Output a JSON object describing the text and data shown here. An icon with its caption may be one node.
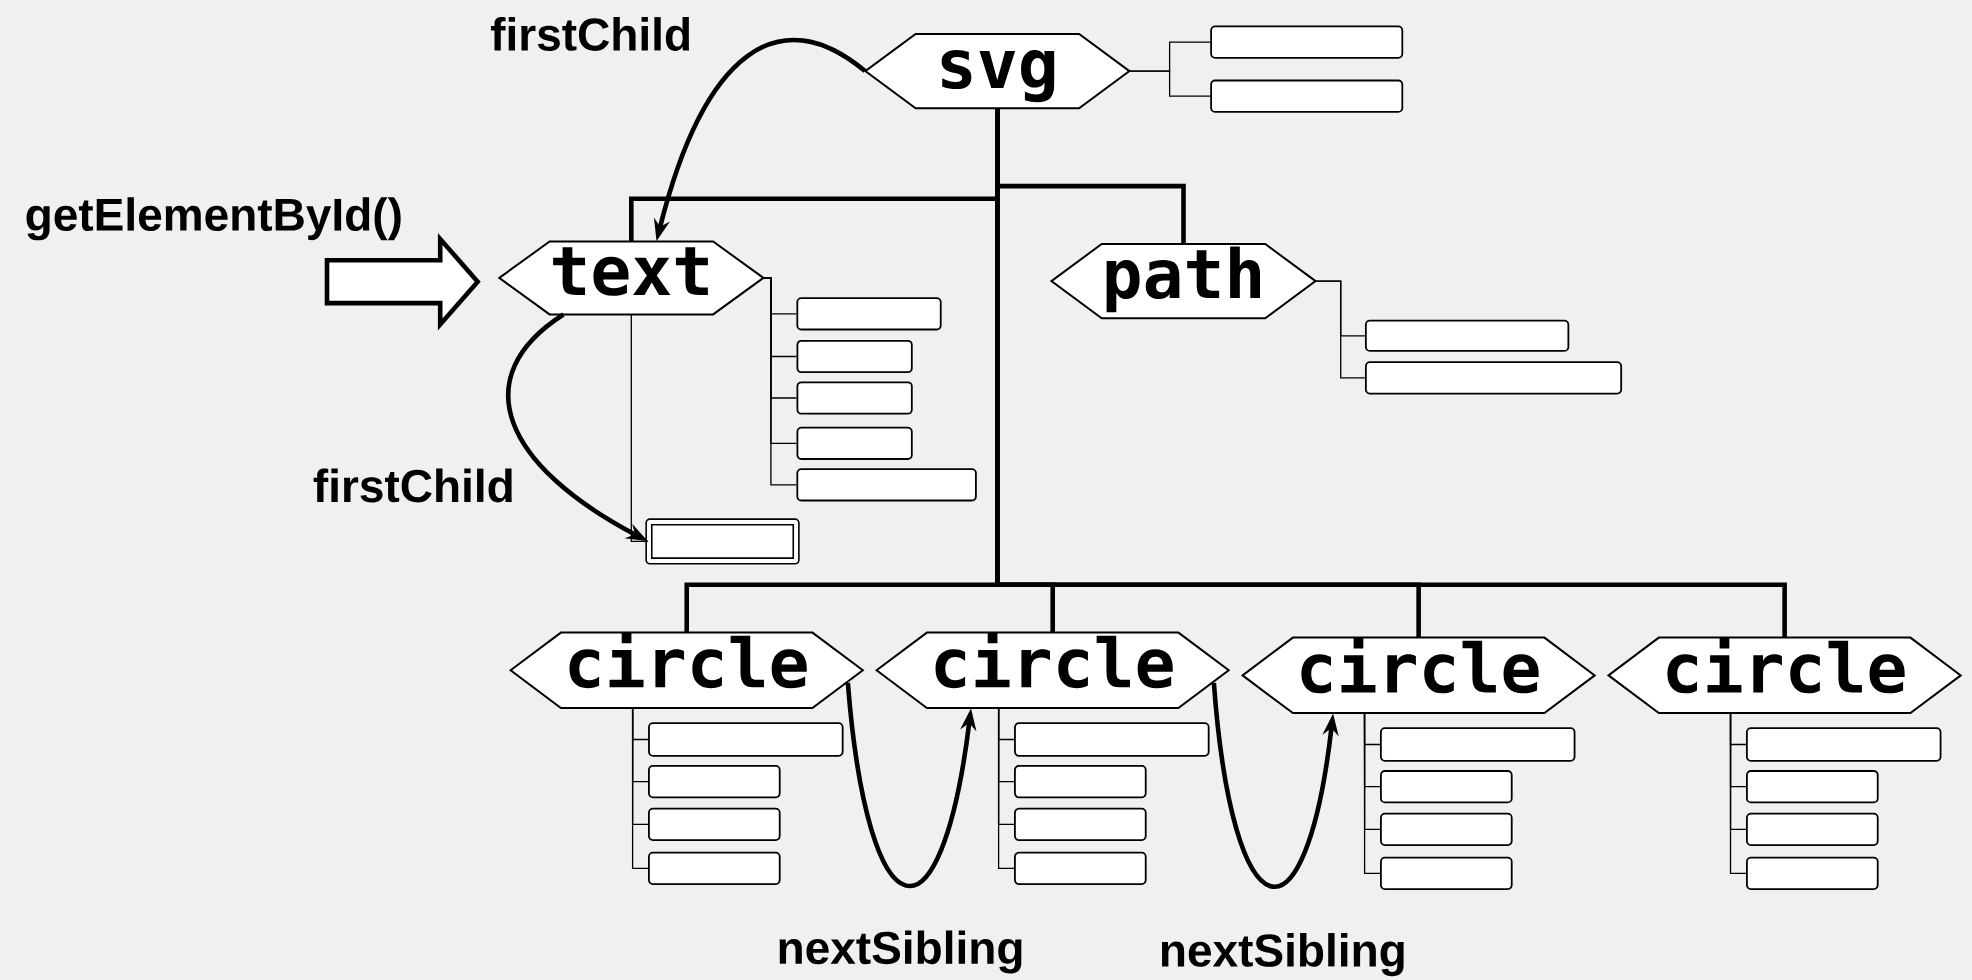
{
  "diagram": {
    "nodes": [
      {
        "text": [
          "svg"
        ]
      },
      {
        "text": [],
        "shape": "box"
      },
      {
        "text": [],
        "shape": "box"
      },
      {
        "text": [
          "text"
        ]
      },
      {
        "text": [],
        "shape": "box"
      },
      {
        "text": [],
        "shape": "box"
      },
      {
        "text": [],
        "shape": "box"
      },
      {
        "text": [],
        "shape": "box"
      },
      {
        "text": [],
        "shape": "box"
      },
      {
        "text": [],
        "shape": "box"
      },
      {
        "text": [
          "path"
        ]
      },
      {
        "text": [],
        "shape": "box"
      },
      {
        "text": [],
        "shape": "box"
      },
      {
        "text": [
          "circle"
        ]
      },
      {
        "text": [],
        "shape": "box"
      },
      {
        "text": [],
        "shape": "box"
      },
      {
        "text": [],
        "shape": "box"
      },
      {
        "text": [],
        "shape": "box"
      },
      {
        "text": [
          "circle"
        ]
      },
      {
        "text": [],
        "shape": "box"
      },
      {
        "text": [],
        "shape": "box"
      },
      {
        "text": [],
        "shape": "box"
      },
      {
        "text": [],
        "shape": "box"
      },
      {
        "text": [
          "circle"
        ]
      },
      {
        "text": [],
        "shape": "box"
      },
      {
        "text": [],
        "shape": "box"
      },
      {
        "text": [],
        "shape": "box"
      },
      {
        "text": [],
        "shape": "box"
      },
      {
        "text": [
          "circle"
        ]
      },
      {
        "text": [],
        "shape": "box"
      },
      {
        "text": [],
        "shape": "box"
      },
      {
        "text": [],
        "shape": "box"
      },
      {
        "text": [],
        "shape": "box"
      }
    ],
    "edges": [
      {
        "from": 0,
        "to": 1,
        "arrow": "none"
      },
      {
        "from": 0,
        "to": 2,
        "arrow": "none"
      },
      {
        "from": 0,
        "to": 3,
        "arrow": "none",
        "style": "thick"
      },
      {
        "from": 0,
        "to": 10,
        "arrow": "none",
        "style": "thick"
      },
      {
        "from": 3,
        "to": 4,
        "arrow": "none"
      },
      {
        "from": 3,
        "to": 5,
        "arrow": "none"
      },
      {
        "from": 3,
        "to": 6,
        "arrow": "none"
      },
      {
        "from": 3,
        "to": 7,
        "arrow": "none"
      },
      {
        "from": 3,
        "to": 8,
        "arrow": "none"
      },
      {
        "from": 3,
        "to": 9,
        "arrow": "none"
      },
      {
        "from": 10,
        "to": 11,
        "arrow": "none"
      },
      {
        "from": 10,
        "to": 12,
        "arrow": "none"
      },
      {
        "from": 0,
        "to": 13,
        "arrow": "none",
        "style": "thick"
      },
      {
        "from": 0,
        "to": 18,
        "arrow": "none",
        "style": "thick"
      },
      {
        "from": 0,
        "to": 23,
        "arrow": "none",
        "style": "thick"
      },
      {
        "from": 0,
        "to": 28,
        "arrow": "none",
        "style": "thick"
      },
      {
        "from": 13,
        "to": 14,
        "arrow": "none"
      },
      {
        "from": 13,
        "to": 15,
        "arrow": "none"
      },
      {
        "from": 13,
        "to": 16,
        "arrow": "none"
      },
      {
        "from": 13,
        "to": 17,
        "arrow": "none"
      },
      {
        "from": 18,
        "to": 19,
        "arrow": "none"
      },
      {
        "from": 18,
        "to": 20,
        "arrow": "none"
      },
      {
        "from": 18,
        "to": 21,
        "arrow": "none"
      },
      {
        "from": 18,
        "to": 22,
        "arrow": "none"
      },
      {
        "from": 23,
        "to": 24,
        "arrow": "none"
      },
      {
        "from": 23,
        "to": 25,
        "arrow": "none"
      },
      {
        "from": 23,
        "to": 26,
        "arrow": "none"
      },
      {
        "from": 23,
        "to": 27,
        "arrow": "none"
      },
      {
        "from": 28,
        "to": 29,
        "arrow": "none"
      },
      {
        "from": 28,
        "to": 30,
        "arrow": "none"
      },
      {
        "from": 28,
        "to": 31,
        "arrow": "none"
      },
      {
        "from": 28,
        "to": 32,
        "arrow": "none"
      },
      {
        "from": 0,
        "to": 3,
        "arrow": "to",
        "label": "firstChild",
        "style": "thick"
      },
      {
        "from": 3,
        "to": 9,
        "arrow": "to",
        "label": "firstChild",
        "style": "thick"
      },
      {
        "from": 13,
        "to": 18,
        "arrow": "to",
        "label": "nextSibling",
        "style": "thick"
      },
      {
        "from": 18,
        "to": 23,
        "arrow": "to",
        "label": "nextSibling",
        "style": "thick"
      },
      {
        "from": null,
        "to": 3,
        "arrow": "to",
        "label": "getElementById()",
        "style": "thick"
      }
    ]
  }
}
